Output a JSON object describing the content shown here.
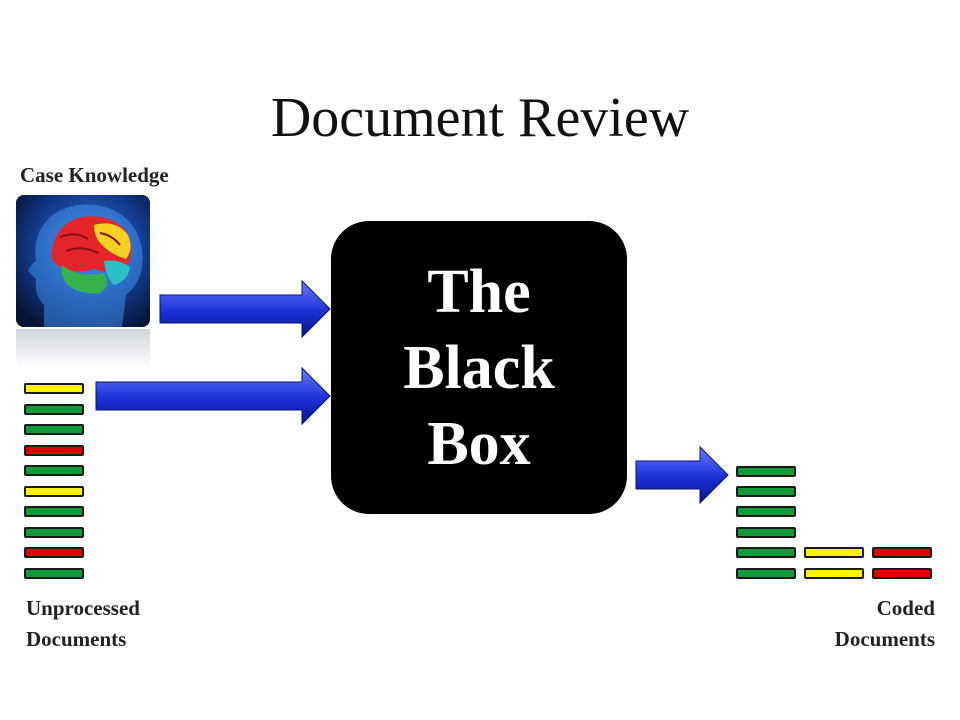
{
  "title": "Document Review",
  "labels": {
    "case_knowledge": "Case Knowledge",
    "unprocessed_line1": "Unprocessed",
    "unprocessed_line2": "Documents",
    "coded_line1": "Coded",
    "coded_line2": "Documents"
  },
  "black_box": {
    "line1": "The",
    "line2": "Black",
    "line3": "Box"
  },
  "colors": {
    "green": "#0f9b3a",
    "yellow": "#fff200",
    "red": "#e00000",
    "arrow": "#1a2fd6"
  },
  "unprocessed_stack": [
    "yellow",
    "green",
    "green",
    "red",
    "green",
    "yellow",
    "green",
    "green",
    "red",
    "green"
  ],
  "coded_stacks": {
    "green": [
      "green",
      "green",
      "green",
      "green",
      "green",
      "green"
    ],
    "yellow": [
      "yellow",
      "yellow"
    ],
    "red": [
      "red",
      "red"
    ]
  }
}
